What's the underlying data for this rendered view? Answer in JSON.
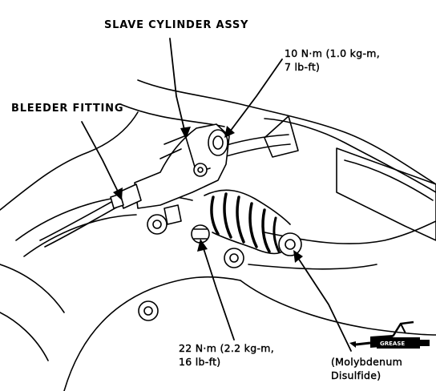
{
  "labels": {
    "slave_cylinder": "SLAVE CYLINDER ASSY",
    "bleeder_fitting": "BLEEDER FITTING",
    "torque_top": "10 N·m (1.0 kg-m,\n7 lb-ft)",
    "torque_bottom": "22 N·m (2.2 kg-m,\n16 lb-ft)",
    "grease_note": "(Molybdenum\nDisulfide)",
    "grease_gun_text": "GREASE"
  },
  "icons": {
    "grease_gun": "grease-gun-icon"
  }
}
